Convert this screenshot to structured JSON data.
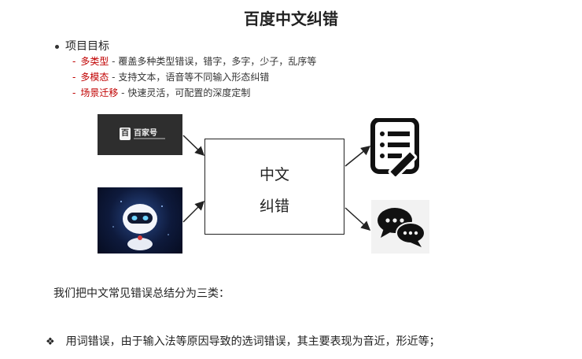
{
  "title": "百度中文纠错",
  "goal_header": "项目目标",
  "goals": [
    {
      "key": "多类型",
      "sep": " - ",
      "desc": "覆盖多种类型错误，错字，多字，少子，乱序等"
    },
    {
      "key": "多模态",
      "sep": " - ",
      "desc": "支持文本，语音等不同输入形态纠错"
    },
    {
      "key": "场景迁移",
      "sep": " - ",
      "desc": "快速灵活，可配置的深度定制"
    }
  ],
  "logo": {
    "mark": "百",
    "text": "百家号"
  },
  "center_box": {
    "line1": "中文",
    "line2": "纠错"
  },
  "summary": "我们把中文常见错误总结分为三类：",
  "bullet": {
    "symbol": "❖",
    "text": "用词错误，由于输入法等原因导致的选词错误，其主要表现为音近，形近等；"
  },
  "colors": {
    "accent_red": "#c00000",
    "dark_panel": "#2e2e2e",
    "icon_black": "#111111"
  },
  "icons": [
    "document-edit-icon",
    "chat-bubbles-icon",
    "robot-image",
    "baijiahao-logo"
  ]
}
